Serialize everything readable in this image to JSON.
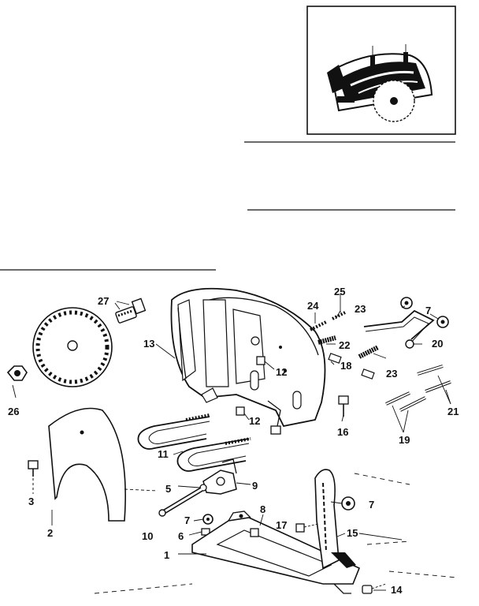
{
  "callouts": [
    {
      "id": "1",
      "label": "1"
    },
    {
      "id": "2",
      "label": "2"
    },
    {
      "id": "3",
      "label": "3"
    },
    {
      "id": "5",
      "label": "5"
    },
    {
      "id": "6",
      "label": "6"
    },
    {
      "id": "7a",
      "label": "7"
    },
    {
      "id": "7b",
      "label": "7"
    },
    {
      "id": "7c",
      "label": "7"
    },
    {
      "id": "8",
      "label": "8"
    },
    {
      "id": "9",
      "label": "9"
    },
    {
      "id": "10",
      "label": "10"
    },
    {
      "id": "11",
      "label": "11"
    },
    {
      "id": "12a",
      "label": "12"
    },
    {
      "id": "12b",
      "label": "12"
    },
    {
      "id": "13",
      "label": "13"
    },
    {
      "id": "14",
      "label": "14"
    },
    {
      "id": "15",
      "label": "15"
    },
    {
      "id": "16",
      "label": "16"
    },
    {
      "id": "17",
      "label": "17"
    },
    {
      "id": "18",
      "label": "18"
    },
    {
      "id": "19",
      "label": "19"
    },
    {
      "id": "20",
      "label": "20"
    },
    {
      "id": "21",
      "label": "21"
    },
    {
      "id": "22",
      "label": "22"
    },
    {
      "id": "23a",
      "label": "23"
    },
    {
      "id": "23b",
      "label": "23"
    },
    {
      "id": "24",
      "label": "24"
    },
    {
      "id": "25",
      "label": "25"
    },
    {
      "id": "26",
      "label": "26"
    },
    {
      "id": "27",
      "label": "27"
    }
  ],
  "colors": {
    "ink": "#111111",
    "paper": "#ffffff"
  }
}
